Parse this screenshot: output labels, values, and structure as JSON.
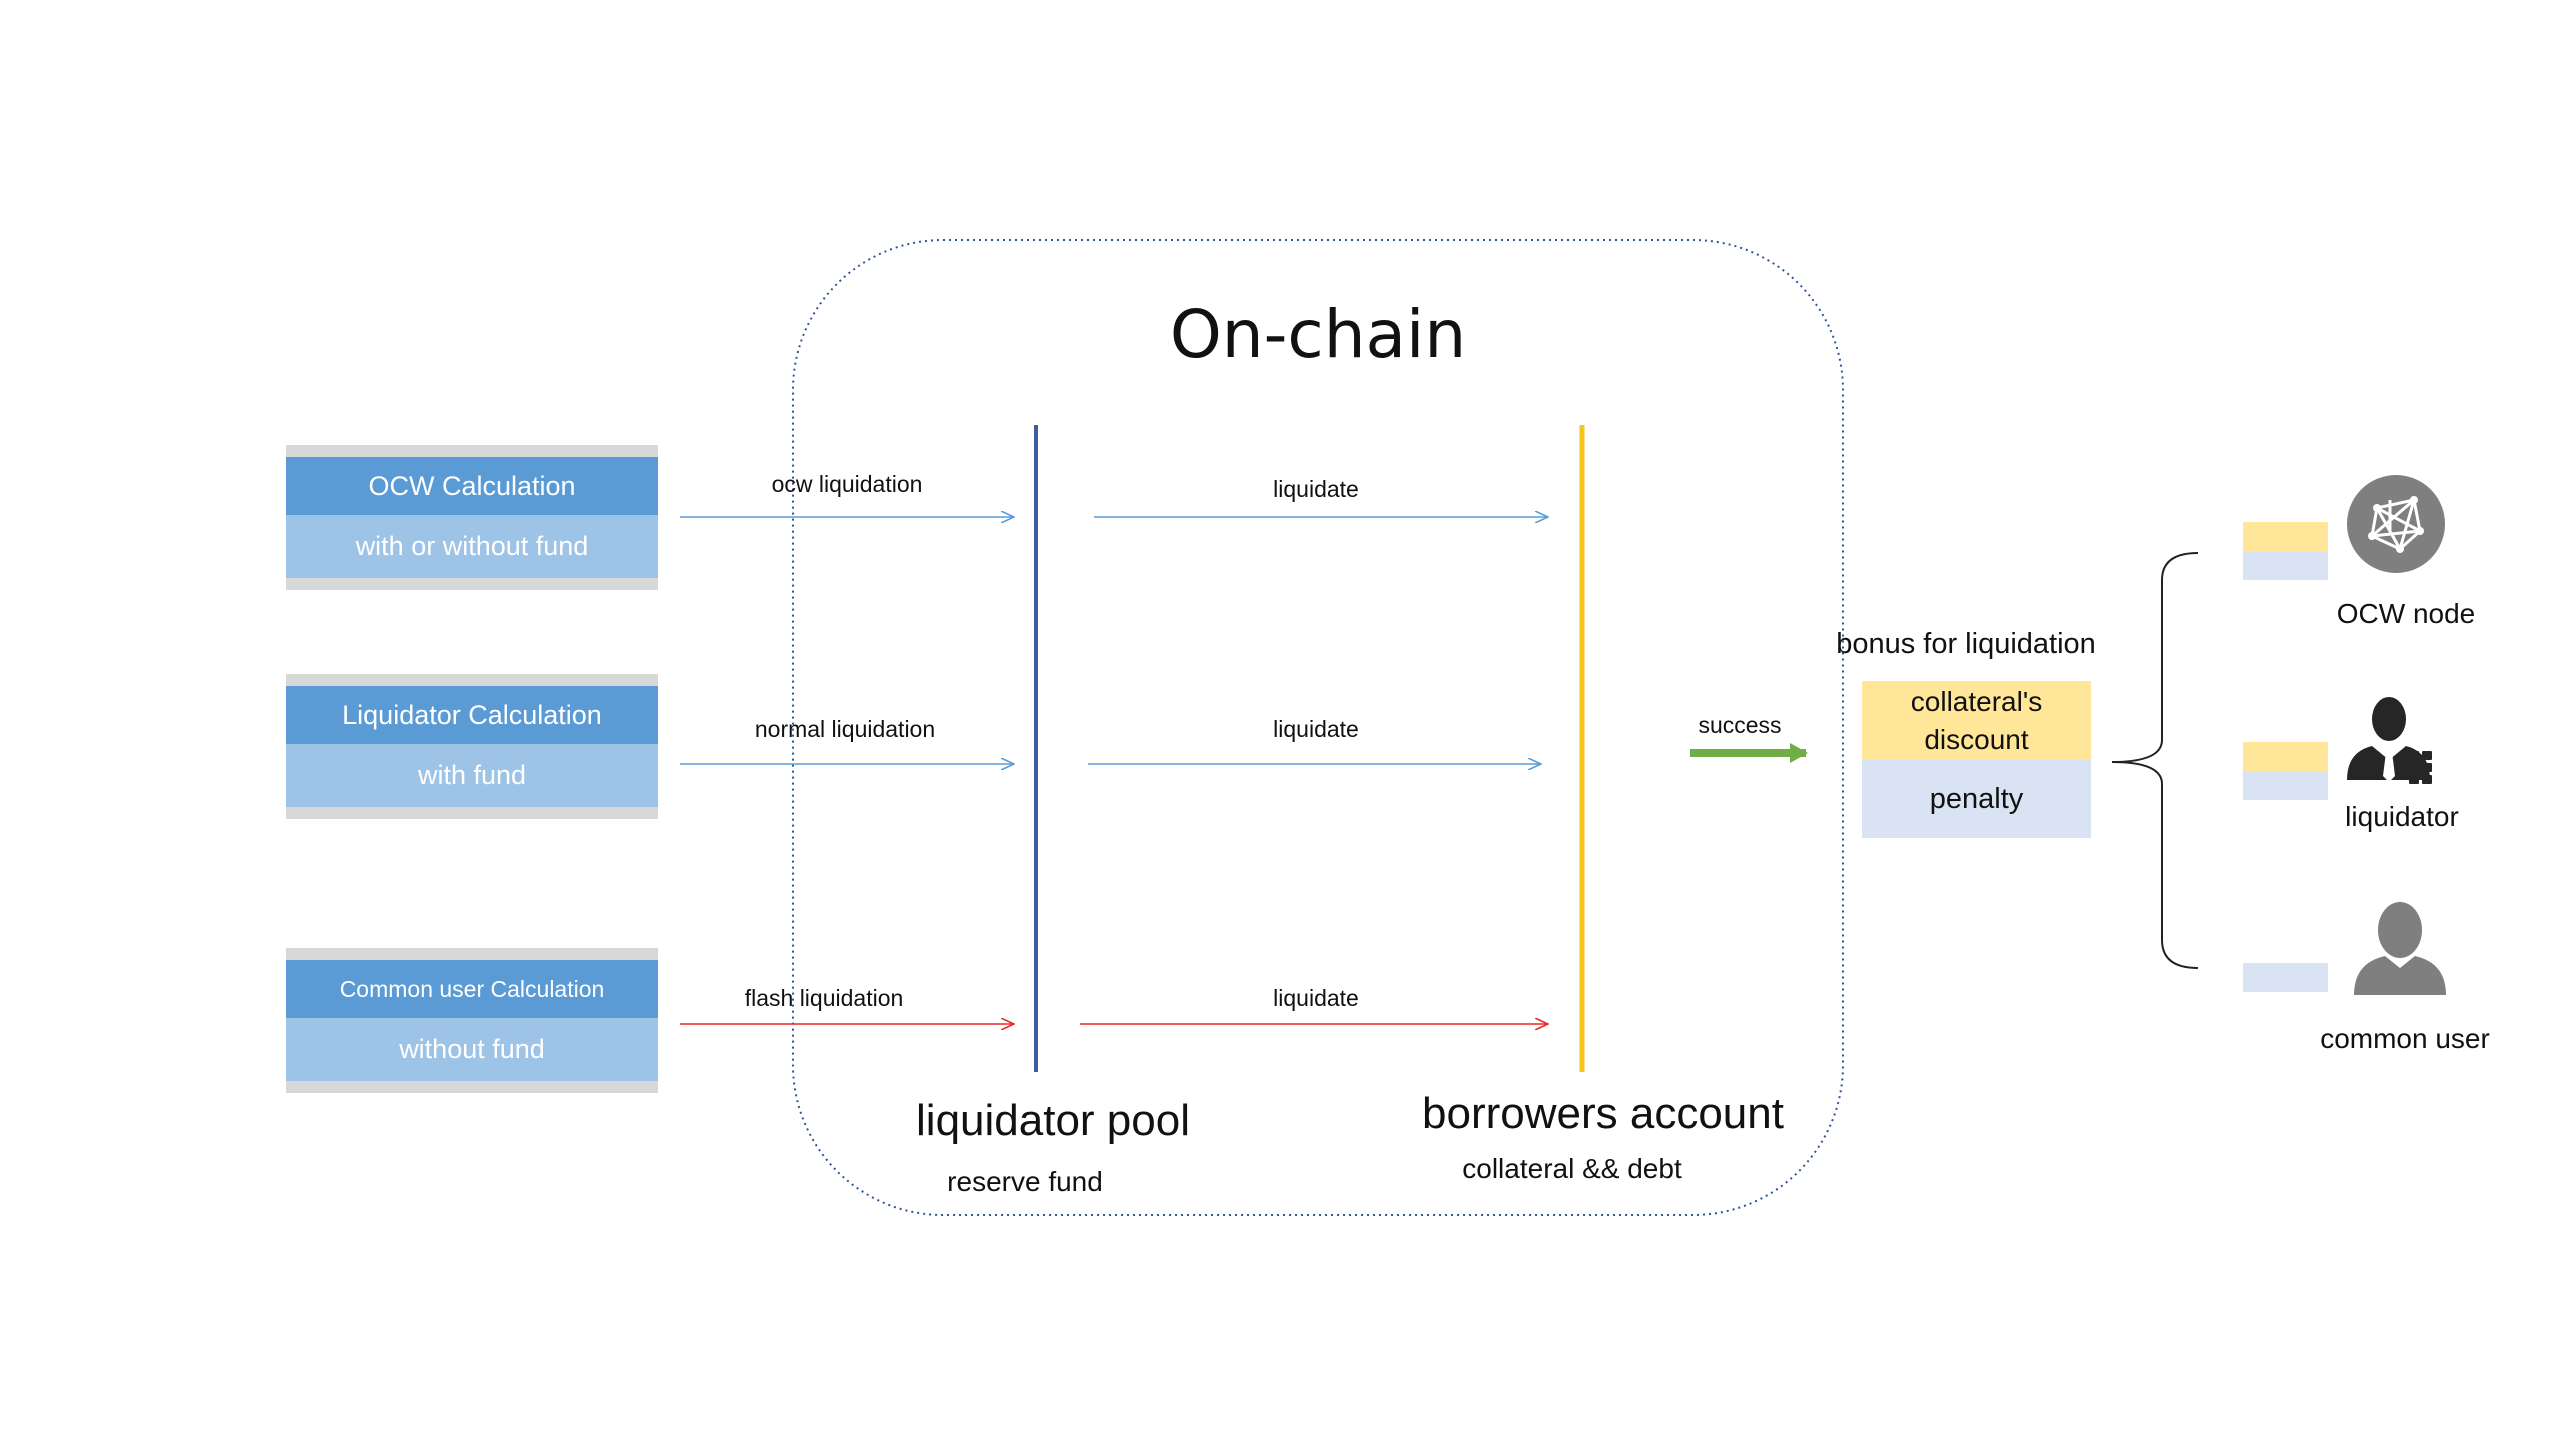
{
  "title": "On-chain",
  "sources": [
    {
      "title": "OCW Calculation",
      "subtitle": "with or without fund",
      "edge_label": "ocw liquidation",
      "edge_color": "#5b9bd5"
    },
    {
      "title": "Liquidator Calculation",
      "subtitle": "with fund",
      "edge_label": "normal liquidation",
      "edge_color": "#5b9bd5"
    },
    {
      "title": "Common user Calculation",
      "subtitle": "without fund",
      "edge_label": "flash liquidation",
      "edge_color": "#e8282b"
    }
  ],
  "liquidate_labels": [
    "liquidate",
    "liquidate",
    "liquidate"
  ],
  "pool": {
    "title": "liquidator pool",
    "subtitle": "reserve fund",
    "color": "#3a5f9e"
  },
  "account": {
    "title": "borrowers account",
    "subtitle": "collateral && debt",
    "color": "#f5c518"
  },
  "success": {
    "label": "success",
    "color": "#70ad47"
  },
  "bonus": {
    "title": "bonus for liquidation",
    "discount": "collateral's discount",
    "penalty": "penalty"
  },
  "colors": {
    "discount": "#ffe699",
    "penalty": "#dae3f3",
    "border": "#2f5597"
  },
  "recipients": [
    {
      "name": "OCW node",
      "icon": "network-node-icon",
      "share": "discount-and-penalty"
    },
    {
      "name": "liquidator",
      "icon": "businessman-icon",
      "share": "discount-and-penalty"
    },
    {
      "name": "common user",
      "icon": "user-silhouette-icon",
      "share": "penalty-only"
    }
  ]
}
